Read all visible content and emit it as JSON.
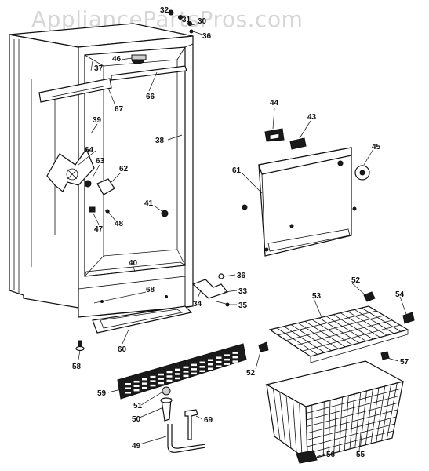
{
  "watermark": "AppliancePartsPros.com",
  "parts": [
    {
      "id": "p32",
      "label": "32"
    },
    {
      "id": "p31",
      "label": "31"
    },
    {
      "id": "p30",
      "label": "30"
    },
    {
      "id": "p36a",
      "label": "36"
    },
    {
      "id": "p37",
      "label": "37"
    },
    {
      "id": "p46",
      "label": "46"
    },
    {
      "id": "p66",
      "label": "66"
    },
    {
      "id": "p67",
      "label": "67"
    },
    {
      "id": "p39",
      "label": "39"
    },
    {
      "id": "p38",
      "label": "38"
    },
    {
      "id": "p64",
      "label": "64"
    },
    {
      "id": "p63",
      "label": "63"
    },
    {
      "id": "p62",
      "label": "62"
    },
    {
      "id": "p41",
      "label": "41"
    },
    {
      "id": "p47",
      "label": "47"
    },
    {
      "id": "p48",
      "label": "48"
    },
    {
      "id": "p40",
      "label": "40"
    },
    {
      "id": "p68",
      "label": "68"
    },
    {
      "id": "p60",
      "label": "60"
    },
    {
      "id": "p58",
      "label": "58"
    },
    {
      "id": "p59",
      "label": "59"
    },
    {
      "id": "p51",
      "label": "51"
    },
    {
      "id": "p50",
      "label": "50"
    },
    {
      "id": "p49",
      "label": "49"
    },
    {
      "id": "p69",
      "label": "69"
    },
    {
      "id": "p44",
      "label": "44"
    },
    {
      "id": "p43",
      "label": "43"
    },
    {
      "id": "p45",
      "label": "45"
    },
    {
      "id": "p61",
      "label": "61"
    },
    {
      "id": "p36b",
      "label": "36"
    },
    {
      "id": "p34",
      "label": "34"
    },
    {
      "id": "p33",
      "label": "33"
    },
    {
      "id": "p35",
      "label": "35"
    },
    {
      "id": "p52a",
      "label": "52"
    },
    {
      "id": "p53",
      "label": "53"
    },
    {
      "id": "p54",
      "label": "54"
    },
    {
      "id": "p52b",
      "label": "52"
    },
    {
      "id": "p57",
      "label": "57"
    },
    {
      "id": "p55",
      "label": "55"
    },
    {
      "id": "p56",
      "label": "56"
    }
  ]
}
